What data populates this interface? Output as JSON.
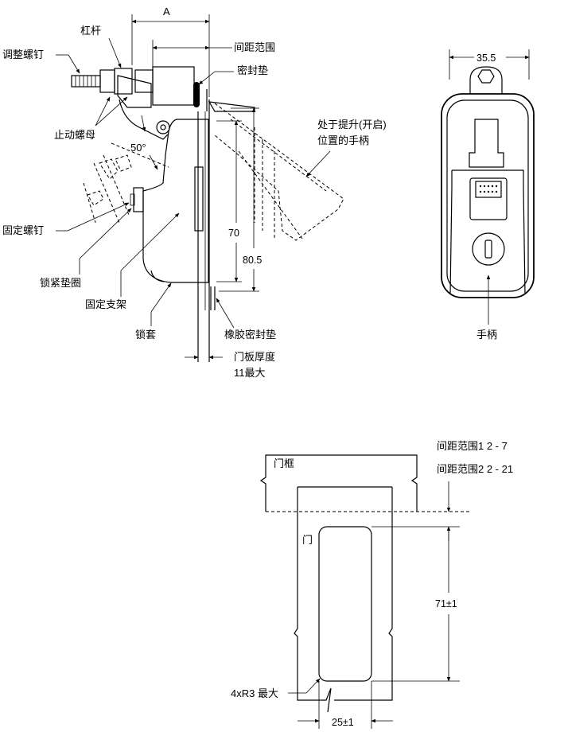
{
  "side_view": {
    "dim_a": "A",
    "lever": "杠杆",
    "adjust_screw": "调整螺钉",
    "spacing_range": "间距范围",
    "seal_pad": "密封垫",
    "stop_nut": "止动螺母",
    "angle": "50°",
    "lifted_line1": "处于提升(开启)",
    "lifted_line2": "位置的手柄",
    "fixing_screw": "固定螺钉",
    "dim_70": "70",
    "dim_80_5": "80.5",
    "lock_washer": "锁紧垫圈",
    "bracket": "固定支架",
    "lock_sleeve": "锁套",
    "rubber_seal": "橡胶密封垫",
    "panel_thickness_line1": "门板厚度",
    "panel_thickness_line2": "11最大"
  },
  "front_view": {
    "dim_width": "35.5",
    "handle": "手柄"
  },
  "cutout_view": {
    "range1": "间距范围1  2 - 7",
    "range2": "间距范围2  2 - 21",
    "frame": "门框",
    "door": "门",
    "height": "71±1",
    "radius": "4xR3 最大",
    "width": "25±1"
  }
}
